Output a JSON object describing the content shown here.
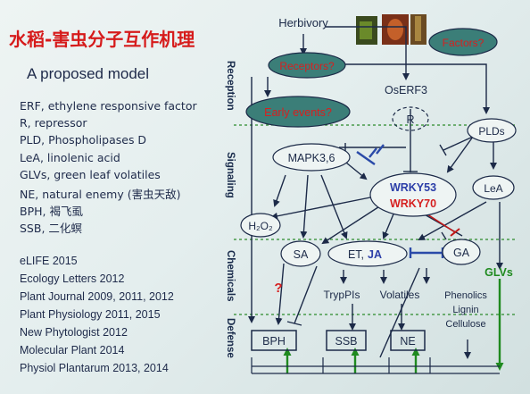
{
  "slide": {
    "title": "水稻-害虫分子互作机理",
    "subtitle": "A proposed model",
    "abbreviations": [
      "ERF, ethylene responsive factor",
      "R, repressor",
      "PLD, Phospholipases D",
      "LeA, linolenic acid",
      "GLVs, green leaf volatiles",
      "NE, natural enemy (害虫天敌)",
      "BPH, 褐飞虱",
      "SSB, 二化螟"
    ],
    "references": [
      "eLIFE 2015",
      "Ecology Letters 2012",
      "Plant Journal 2009, 2011, 2012",
      "Plant Physiology 2011, 2015",
      "New Phytologist 2012",
      "Molecular Plant 2014",
      "Physiol Plantarum 2013, 2014"
    ],
    "sections": [
      "Reception",
      "Signaling",
      "Chemicals",
      "Defense"
    ]
  },
  "diagram": {
    "herbivory": "Herbivory",
    "factors": "Factors?",
    "receptors": "Receptors?",
    "early_events": "Early events?",
    "oserf3": "OsERF3",
    "repressor": "R",
    "plds": "PLDs",
    "mapk": "MAPK3,6",
    "wrky53": "WRKY53",
    "wrky70": "WRKY70",
    "lea": "LeA",
    "h2o2": "H₂O₂",
    "sa": "SA",
    "et": "ET,",
    "ja": "JA",
    "ga": "GA",
    "glvs": "GLVs",
    "question": "?",
    "tryppis": "TrypPIs",
    "volatiles": "Volatiles",
    "phenolics": [
      "Phenolics",
      "Lignin",
      "Cellulose"
    ],
    "bph": "BPH",
    "ssb": "SSB",
    "ne": "NE"
  },
  "colors": {
    "title_red": "#d61b1b",
    "node_fill": "#3b7e78",
    "node_text_red": "#d62020",
    "wrky_blue": "#2c3ea8",
    "defense_green": "#1f8a1f",
    "inhibit_blue": "#2a4aa8",
    "dark_arrow": "#1c2a48"
  }
}
